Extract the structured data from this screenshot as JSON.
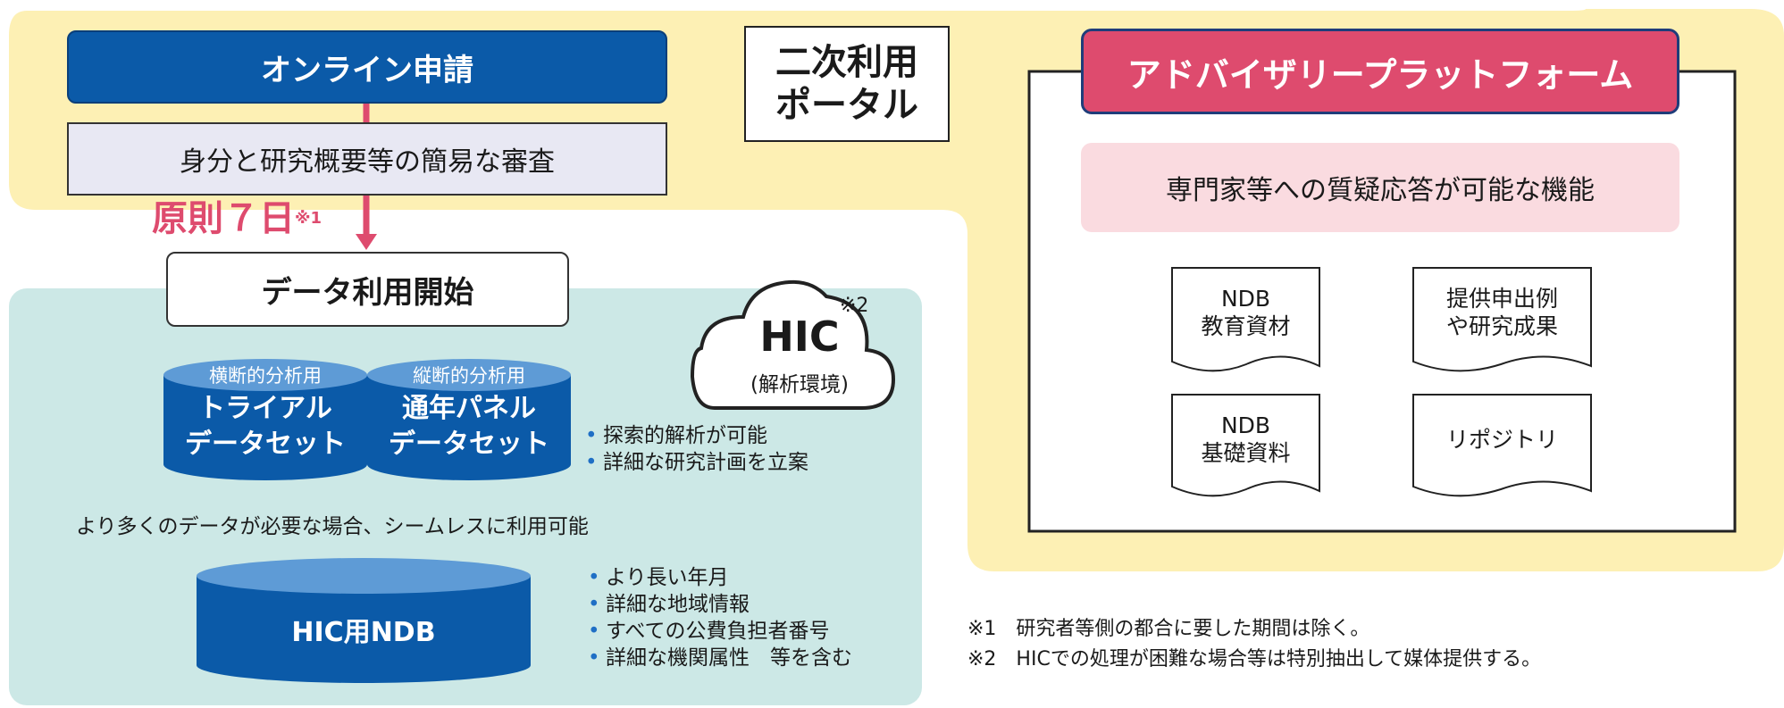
{
  "colors": {
    "yellow_panel": "#fdf0b4",
    "teal_panel": "#cce8e6",
    "navy": "#0b5aa8",
    "pink": "#de4b6e",
    "light_pink": "#fadbe0",
    "lavender": "#e8e8f3"
  },
  "online": {
    "apply_label": "オンライン申請",
    "review_label": "身分と研究概要等の簡易な審査",
    "days_label": "原則７日",
    "days_note": "※1",
    "start_label": "データ利用開始"
  },
  "portal": {
    "title": "二次利用\nポータル"
  },
  "hic": {
    "title": "HIC",
    "sub": "(解析環境)",
    "note": "※2"
  },
  "datasets": [
    {
      "header": "横断的分析用",
      "title": "トライアル\nデータセット"
    },
    {
      "header": "縦断的分析用",
      "title": "通年パネル\nデータセット"
    }
  ],
  "dataset_bullets": [
    "探索的解析が可能",
    "詳細な研究計画を立案"
  ],
  "seamless_text": "より多くのデータが必要な場合、シームレスに利用可能",
  "hic_ndb": {
    "label": "HIC用NDB",
    "bullets": [
      "より長い年月",
      "詳細な地域情報",
      "すべての公費負担者番号",
      "詳細な機関属性　等を含む"
    ]
  },
  "advisory": {
    "title": "アドバイザリープラットフォーム",
    "qa_label": "専門家等への質疑応答が可能な機能",
    "docs": [
      "NDB\n教育資材",
      "提供申出例\nや研究成果",
      "NDB\n基礎資料",
      "リポジトリ"
    ]
  },
  "footnotes": [
    "※1　研究者等側の都合に要した期間は除く。",
    "※2　HICでの処理が困難な場合等は特別抽出して媒体提供する。"
  ]
}
